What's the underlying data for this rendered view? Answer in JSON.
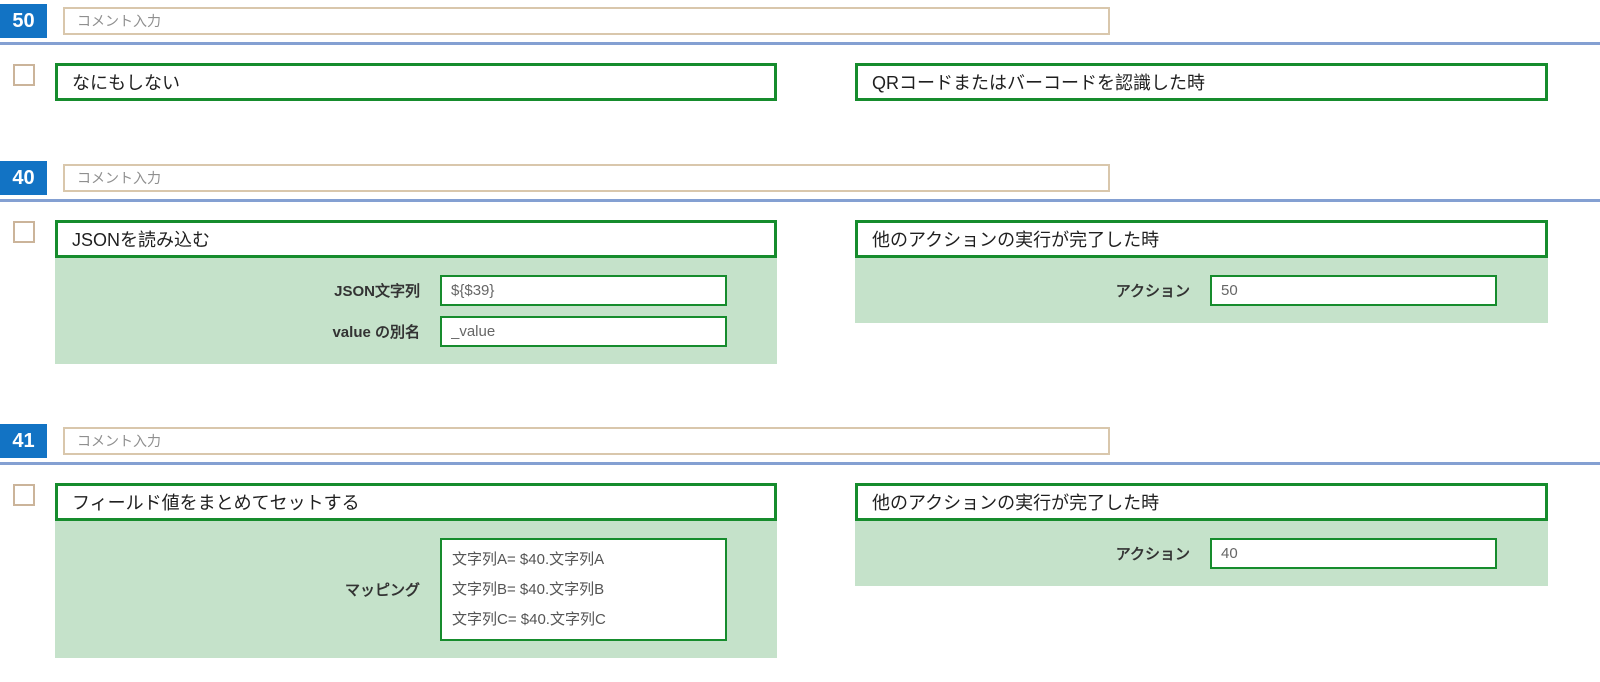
{
  "colors": {
    "badge_blue": "#1273c4",
    "divider_blue": "#84a0d2",
    "green_border": "#168c2d",
    "panel_green": "#c5e2ca",
    "comment_border_tan": "#d9c7ac"
  },
  "sections": [
    {
      "number": "50",
      "comment_placeholder": "コメント入力",
      "comment_value": "",
      "action": {
        "title": "なにもしない",
        "fields": []
      },
      "trigger": {
        "title": "QRコードまたはバーコードを認識した時",
        "fields": []
      }
    },
    {
      "number": "40",
      "comment_placeholder": "コメント入力",
      "comment_value": "",
      "action": {
        "title": "JSONを読み込む",
        "fields": [
          {
            "label": "JSON文字列",
            "value": "${$39}"
          },
          {
            "label": "value の別名",
            "value": "_value"
          }
        ]
      },
      "trigger": {
        "title": "他のアクションの実行が完了した時",
        "fields": [
          {
            "label": "アクション",
            "value": "50"
          }
        ]
      }
    },
    {
      "number": "41",
      "comment_placeholder": "コメント入力",
      "comment_value": "",
      "action": {
        "title": "フィールド値をまとめてセットする",
        "fields": [
          {
            "label": "マッピング",
            "value": "文字列A= $40.文字列A\n文字列B= $40.文字列B\n文字列C= $40.文字列C"
          }
        ]
      },
      "trigger": {
        "title": "他のアクションの実行が完了した時",
        "fields": [
          {
            "label": "アクション",
            "value": "40"
          }
        ]
      }
    }
  ]
}
